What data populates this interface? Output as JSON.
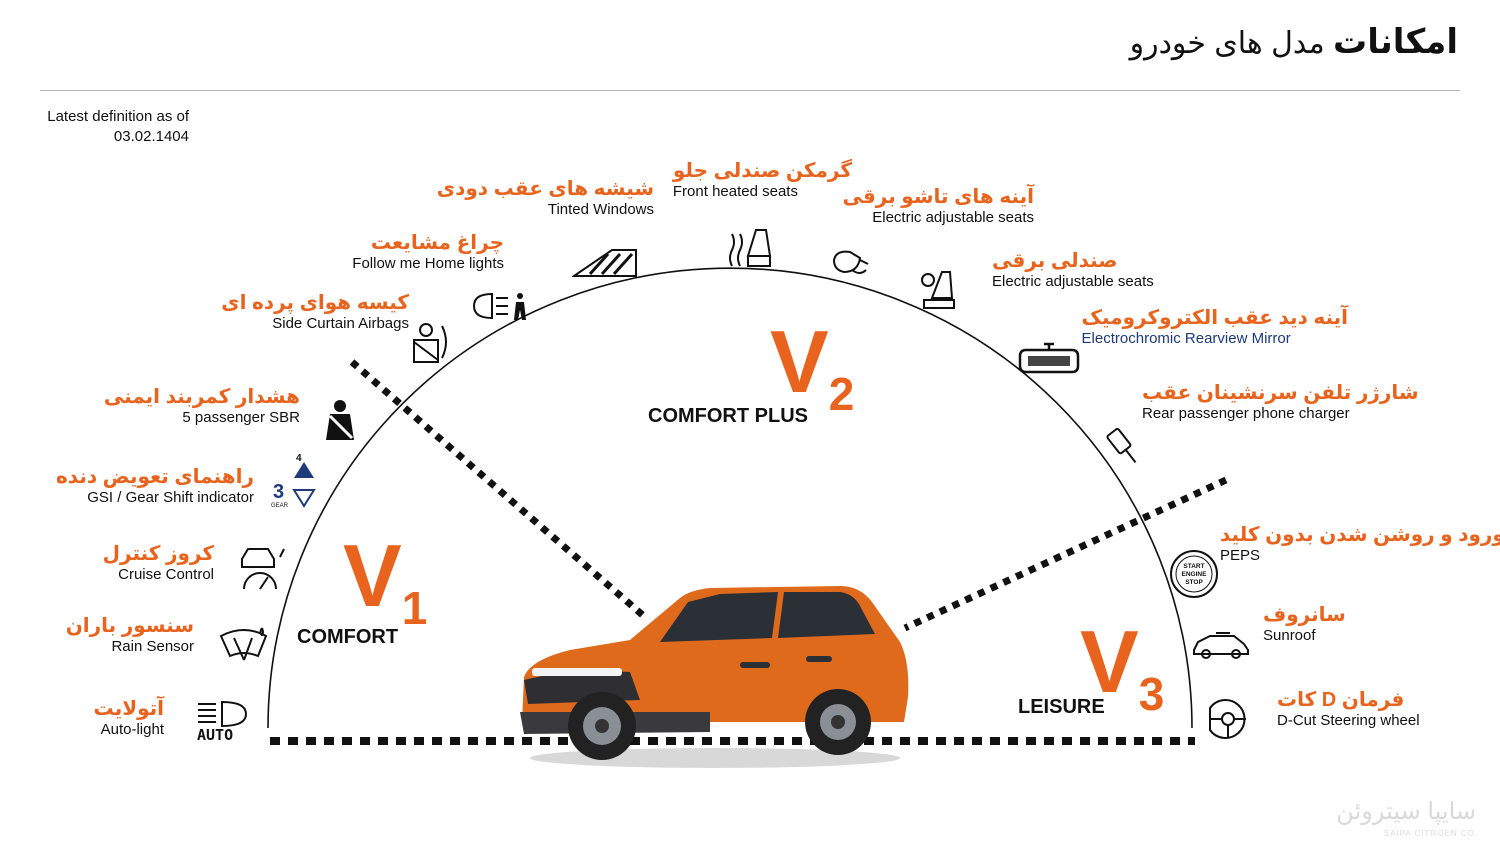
{
  "header": {
    "title_bold": "امکانات",
    "title_rest": "مدل های خودرو"
  },
  "as_of": {
    "line1": "Latest definition as of",
    "line2": "03.02.1404"
  },
  "versions": {
    "v1": {
      "letter": "V",
      "num": "1",
      "label": "COMFORT"
    },
    "v2": {
      "letter": "V",
      "num": "2",
      "label": "COMFORT PLUS"
    },
    "v3": {
      "letter": "V",
      "num": "3",
      "label": "LEISURE"
    }
  },
  "features": {
    "autolight": {
      "fa": "آتولایت",
      "en": "Auto-light"
    },
    "rain": {
      "fa": "سنسور باران",
      "en": "Rain Sensor"
    },
    "cruise": {
      "fa": "کروز کنترل",
      "en": "Cruise Control"
    },
    "gsi": {
      "fa": "راهنمای تعویض دنده",
      "en": "GSI / Gear Shift indicator"
    },
    "sbr": {
      "fa": "هشدار کمربند ایمنی",
      "en": "5 passenger SBR"
    },
    "airbags": {
      "fa": "کیسه هوای پرده ای",
      "en": "Side Curtain Airbags"
    },
    "follow": {
      "fa": "چراغ مشایعت",
      "en": "Follow me Home lights"
    },
    "tinted": {
      "fa": "شیشه های عقب دودی",
      "en": "Tinted Windows"
    },
    "heated": {
      "fa": "گرمکن صندلی جلو",
      "en": "Front heated seats"
    },
    "mirrors": {
      "fa": "آینه های تاشو برقی",
      "en": "Electric adjustable seats"
    },
    "eseats": {
      "fa": "صندلی برقی",
      "en": "Electric adjustable seats"
    },
    "ecmirror": {
      "fa": "آینه دید عقب الکتروکرومیک",
      "en": "Electrochromic Rearview Mirror"
    },
    "charger": {
      "fa": "شارژر تلفن سرنشینان عقب",
      "en": "Rear passenger phone charger"
    },
    "peps": {
      "fa": "ورود و روشن شدن بدون کلید",
      "en": "PEPS"
    },
    "sunroof": {
      "fa": "سانروف",
      "en": "Sunroof"
    },
    "dcut": {
      "fa": "فرمان D کات",
      "en": "D-Cut Steering wheel"
    }
  },
  "icon_text": {
    "auto": "AUTO",
    "gear": "3",
    "gear_up": "4",
    "gear_lbl": "GEAR",
    "start": "START",
    "engine": "ENGINE",
    "stop": "STOP"
  },
  "watermark": {
    "fa": "سایپا سیتروئن",
    "en": "SAIPA CITROEN CO."
  },
  "colors": {
    "accent": "#e8641e",
    "car_body": "#e06a1c"
  }
}
